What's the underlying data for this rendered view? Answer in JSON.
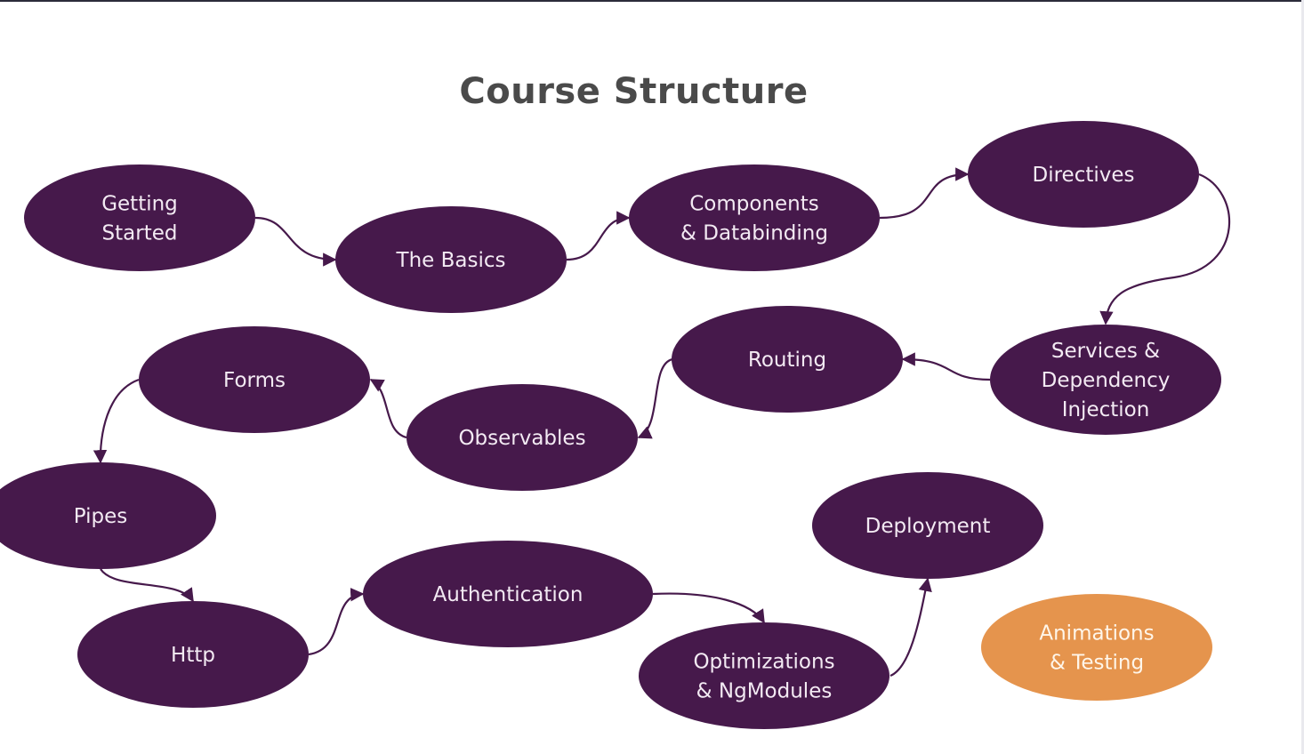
{
  "title": "Course Structure",
  "colors": {
    "node_fill": "#46194b",
    "highlight_fill": "#e5944d",
    "connector": "#46194b",
    "title_text": "#4a4a4a"
  },
  "nodes": [
    {
      "id": "getting-started",
      "lines": [
        "Getting",
        "Started"
      ],
      "highlight": false
    },
    {
      "id": "the-basics",
      "lines": [
        "The Basics"
      ],
      "highlight": false
    },
    {
      "id": "components-databinding",
      "lines": [
        "Components",
        "& Databinding"
      ],
      "highlight": false
    },
    {
      "id": "directives",
      "lines": [
        "Directives"
      ],
      "highlight": false
    },
    {
      "id": "services-di",
      "lines": [
        "Services &",
        "Dependency",
        "Injection"
      ],
      "highlight": false
    },
    {
      "id": "routing",
      "lines": [
        "Routing"
      ],
      "highlight": false
    },
    {
      "id": "observables",
      "lines": [
        "Observables"
      ],
      "highlight": false
    },
    {
      "id": "forms",
      "lines": [
        "Forms"
      ],
      "highlight": false
    },
    {
      "id": "pipes",
      "lines": [
        "Pipes"
      ],
      "highlight": false
    },
    {
      "id": "http",
      "lines": [
        "Http"
      ],
      "highlight": false
    },
    {
      "id": "authentication",
      "lines": [
        "Authentication"
      ],
      "highlight": false
    },
    {
      "id": "optimizations-ngmodules",
      "lines": [
        "Optimizations",
        "& NgModules"
      ],
      "highlight": false
    },
    {
      "id": "deployment",
      "lines": [
        "Deployment"
      ],
      "highlight": false
    },
    {
      "id": "animations-testing",
      "lines": [
        "Animations",
        "& Testing"
      ],
      "highlight": true
    }
  ],
  "edges": [
    {
      "from": "getting-started",
      "to": "the-basics"
    },
    {
      "from": "the-basics",
      "to": "components-databinding"
    },
    {
      "from": "components-databinding",
      "to": "directives"
    },
    {
      "from": "directives",
      "to": "services-di"
    },
    {
      "from": "services-di",
      "to": "routing"
    },
    {
      "from": "routing",
      "to": "observables"
    },
    {
      "from": "observables",
      "to": "forms"
    },
    {
      "from": "forms",
      "to": "pipes"
    },
    {
      "from": "pipes",
      "to": "http"
    },
    {
      "from": "http",
      "to": "authentication"
    },
    {
      "from": "authentication",
      "to": "optimizations-ngmodules"
    },
    {
      "from": "optimizations-ngmodules",
      "to": "deployment"
    }
  ]
}
